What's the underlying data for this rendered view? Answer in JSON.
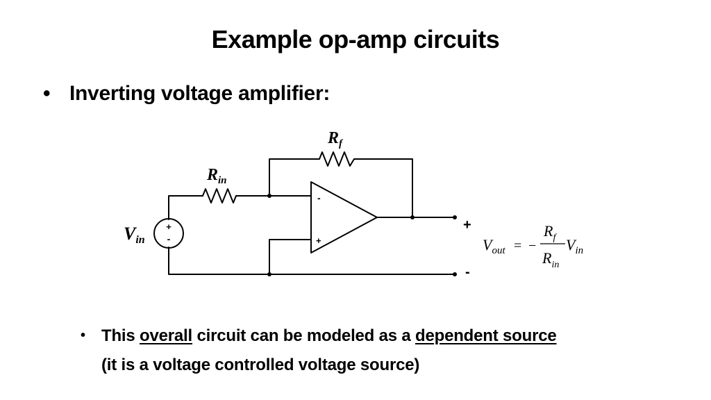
{
  "slide": {
    "title": "Example op-amp circuits",
    "bullet_main": "Inverting voltage amplifier:",
    "bullet_sub": {
      "p1": "This ",
      "u1": "overall",
      "p2": " circuit can be modeled as a ",
      "u2": "dependent source",
      "line2": "(it is a voltage controlled voltage source)"
    }
  },
  "circuit": {
    "rf": {
      "main": "R",
      "sub": "f"
    },
    "rin": {
      "main": "R",
      "sub": "in"
    },
    "vin": {
      "main": "V",
      "sub": "in"
    },
    "source_plus": "+",
    "source_minus": "-",
    "opamp_minus": "-",
    "opamp_plus": "+",
    "out_plus": "+",
    "out_minus": "-"
  },
  "equation": {
    "lhs_main": "V",
    "lhs_sub": "out",
    "equals": "=",
    "minus": "−",
    "num_main": "R",
    "num_sub": "f",
    "den_main": "R",
    "den_sub": "in",
    "rhs_main": "V",
    "rhs_sub": "in"
  }
}
